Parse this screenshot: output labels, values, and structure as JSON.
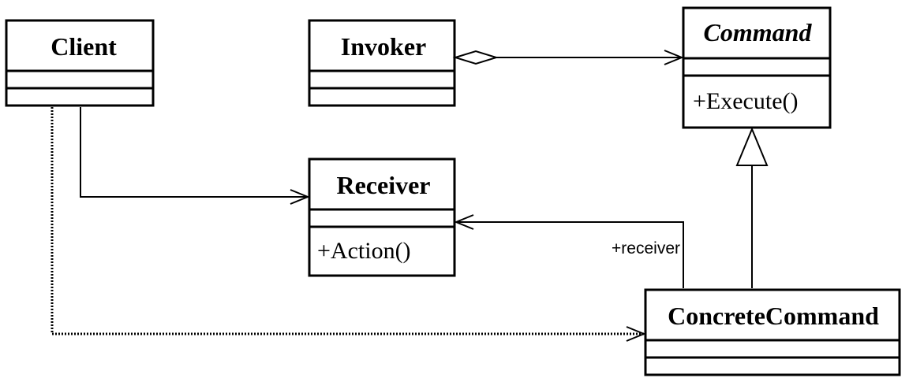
{
  "classes": {
    "client": {
      "name": "Client",
      "operations": []
    },
    "invoker": {
      "name": "Invoker",
      "operations": []
    },
    "command": {
      "name": "Command",
      "italic": true,
      "operations": [
        "+Execute()"
      ]
    },
    "receiver": {
      "name": "Receiver",
      "operations": [
        "+Action()"
      ]
    },
    "concrete_command": {
      "name": "ConcreteCommand",
      "operations": []
    }
  },
  "relations": {
    "receiver_role": "+receiver"
  }
}
